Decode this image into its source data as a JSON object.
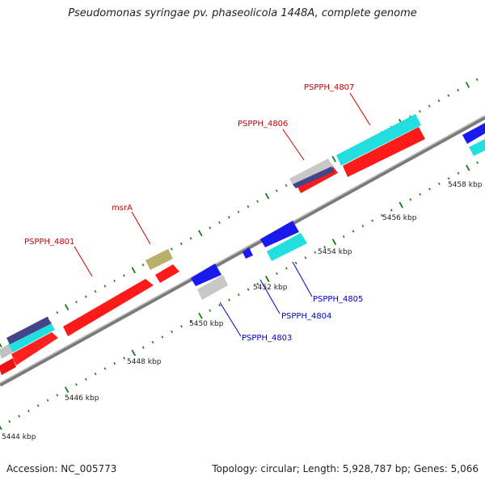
{
  "title": "Pseudomonas syringae pv. phaseolicola 1448A, complete genome",
  "footer": {
    "accession": "Accession: NC_005773",
    "topology": "Topology: circular; Length: 5,928,787 bp; Genes: 5,066"
  },
  "axis": {
    "tick_labels": [
      "5444 kbp",
      "5446 kbp",
      "5448 kbp",
      "5450 kbp",
      "5452 kbp",
      "5454 kbp",
      "5456 kbp",
      "5458 kbp"
    ]
  },
  "gene_labels": [
    {
      "name": "PSPPH_4801",
      "color": "#cc0000"
    },
    {
      "name": "msrA",
      "color": "#cc0000"
    },
    {
      "name": "PSPPH_4806",
      "color": "#cc0000"
    },
    {
      "name": "PSPPH_4807",
      "color": "#cc0000"
    },
    {
      "name": "PSPPH_4803",
      "color": "#0000cc"
    },
    {
      "name": "PSPPH_4804",
      "color": "#0000cc"
    },
    {
      "name": "PSPPH_4805",
      "color": "#0000cc"
    }
  ],
  "colors": {
    "backbone": "#8a8a8a",
    "red_gene": "#ff1a1a",
    "blue_gene": "#1a1aee",
    "cyan_gene": "#22e0e0",
    "gray_gene": "#c8c8c8",
    "olive_gene": "#b8b068",
    "navy_gene": "#444488",
    "tick_dots": "#1a7a1a"
  }
}
